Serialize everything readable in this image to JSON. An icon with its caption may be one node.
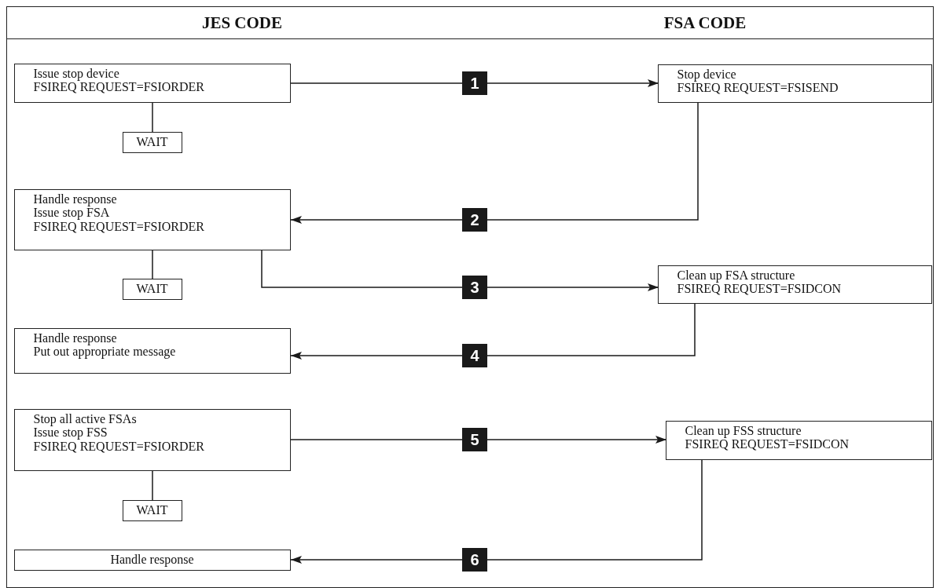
{
  "diagram": {
    "nodes": [
      {
        "text": [
          "JES CODE"
        ]
      },
      {
        "text": [
          "FSA CODE"
        ]
      },
      {
        "text": [
          "Issue stop device",
          "FSIREQ REQUEST=FSIORDER"
        ],
        "in": 0
      },
      {
        "text": [
          "WAIT"
        ],
        "in": 0
      },
      {
        "text": [
          "Stop device",
          "FSIREQ REQUEST=FSISEND"
        ],
        "in": 1
      },
      {
        "text": [
          "Handle response",
          "Issue stop FSA",
          "FSIREQ REQUEST=FSIORDER"
        ],
        "in": 0
      },
      {
        "text": [
          "WAIT"
        ],
        "in": 0
      },
      {
        "text": [
          "Clean up FSA structure",
          "FSIREQ REQUEST=FSIDCON"
        ],
        "in": 1
      },
      {
        "text": [
          "Handle response",
          "Put out appropriate message"
        ],
        "in": 0
      },
      {
        "text": [
          "Stop all active FSAs",
          "Issue stop FSS",
          "FSIREQ REQUEST=FSIORDER"
        ],
        "in": 0
      },
      {
        "text": [
          "WAIT"
        ],
        "in": 0
      },
      {
        "text": [
          "Clean up FSS structure",
          "FSIREQ REQUEST=FSIDCON"
        ],
        "in": 1
      },
      {
        "text": [
          "Handle response"
        ],
        "in": 0
      }
    ],
    "edges": [
      {
        "from": 2,
        "to": 4,
        "arrow": "to",
        "label": "1"
      },
      {
        "from": 4,
        "to": 5,
        "arrow": "to",
        "label": "2"
      },
      {
        "from": 5,
        "to": 7,
        "arrow": "to",
        "label": "3"
      },
      {
        "from": 7,
        "to": 8,
        "arrow": "to",
        "label": "4"
      },
      {
        "from": 9,
        "to": 11,
        "arrow": "to",
        "label": "5"
      },
      {
        "from": 11,
        "to": 12,
        "arrow": "to",
        "label": "6"
      },
      {
        "from": 2,
        "to": 3,
        "arrow": "none"
      },
      {
        "from": 5,
        "to": 6,
        "arrow": "none"
      },
      {
        "from": 9,
        "to": 10,
        "arrow": "none"
      }
    ]
  }
}
